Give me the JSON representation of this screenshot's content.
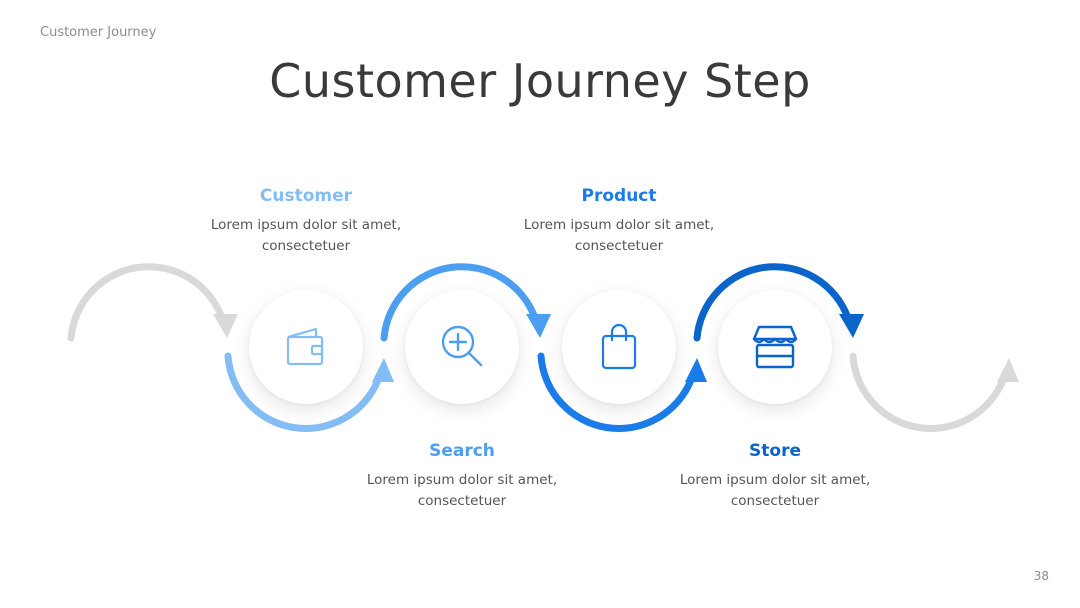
{
  "header": {
    "corner_title": "Customer Journey",
    "title": "Customer Journey Step",
    "page_number": "38"
  },
  "colors": {
    "gray_arc": "#d9d9d9",
    "step1": "#84bcf5",
    "step2": "#4b9ef0",
    "step3": "#1a7ce8",
    "step4": "#0a64c9"
  },
  "steps": [
    {
      "label": "Customer",
      "icon": "wallet-icon",
      "description_line1": "Lorem ipsum dolor sit amet,",
      "description_line2": "consectetuer"
    },
    {
      "label": "Search",
      "icon": "magnifier-plus-icon",
      "description_line1": "Lorem ipsum dolor sit amet,",
      "description_line2": "consectetuer"
    },
    {
      "label": "Product",
      "icon": "shopping-bag-icon",
      "description_line1": "Lorem ipsum dolor sit amet,",
      "description_line2": "consectetuer"
    },
    {
      "label": "Store",
      "icon": "storefront-icon",
      "description_line1": "Lorem ipsum dolor sit amet,",
      "description_line2": "consectetuer"
    }
  ]
}
